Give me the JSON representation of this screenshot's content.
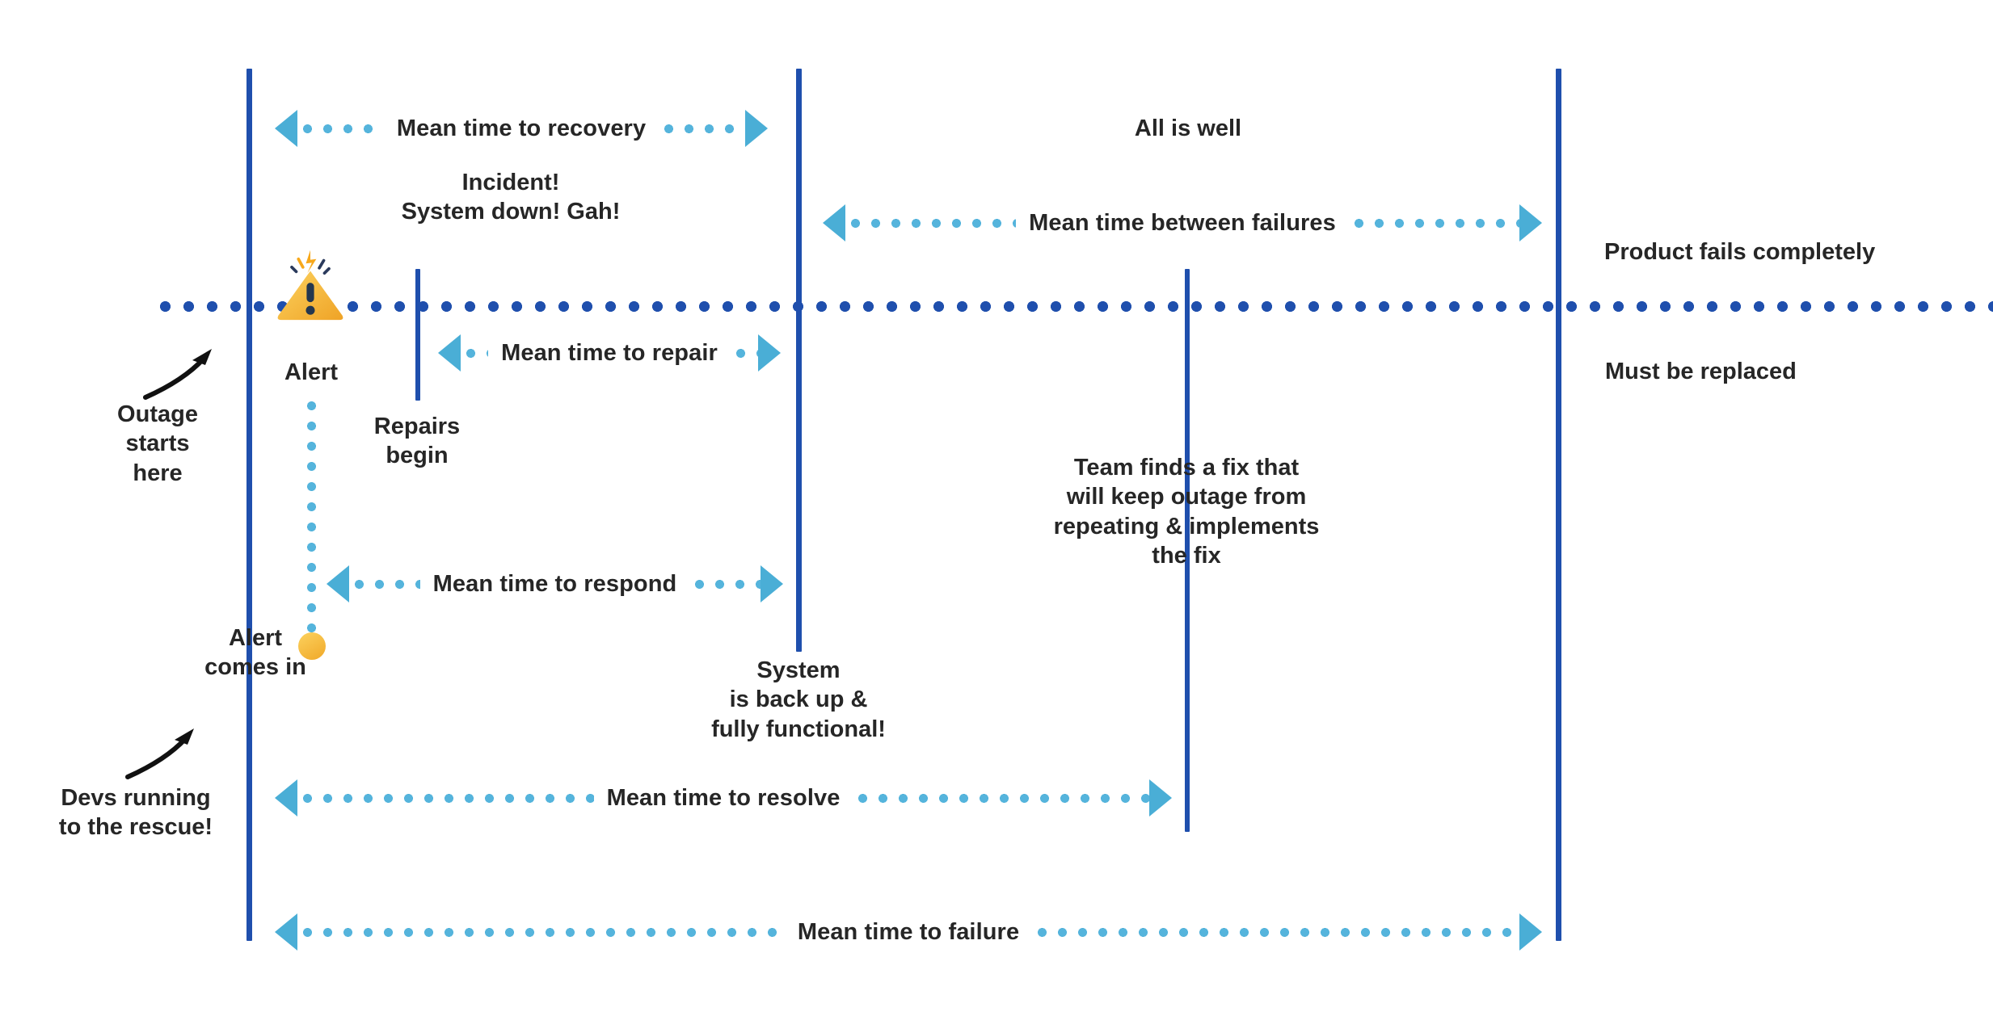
{
  "diagram": {
    "title": "Incident lifecycle reliability metrics timeline",
    "colors": {
      "timeline_rule": "#1f4fad",
      "baseline_dots": "#1f4fad",
      "metric_arrow": "#4aaed6",
      "metric_dots": "#55b4dc",
      "alert_yellow": "#f5b731",
      "text": "#262626",
      "background": "#ffffff"
    }
  },
  "metrics": [
    {
      "id": "mttrecovery",
      "label": "Mean time to recovery"
    },
    {
      "id": "mtbf",
      "label": "Mean time between failures"
    },
    {
      "id": "mttrepair",
      "label": "Mean time to repair"
    },
    {
      "id": "mttrespond",
      "label": "Mean time to respond"
    },
    {
      "id": "mttresolve",
      "label": "Mean time to resolve"
    },
    {
      "id": "mttfailure",
      "label": "Mean time to failure"
    }
  ],
  "events": {
    "outage_starts": "Outage\nstarts\nhere",
    "incident": "Incident!\nSystem down! Gah!",
    "alert": "Alert",
    "alert_comes_in": "Alert\ncomes in",
    "repairs_begin": "Repairs\nbegin",
    "system_back_up": "System\nis back up &\nfully functional!",
    "all_is_well": "All is well",
    "team_finds_fix": "Team finds a fix that\nwill keep outage from\nrepeating & implements\nthe fix",
    "devs_running": "Devs running\nto the rescue!",
    "product_fails": "Product fails completely",
    "must_be_replaced": "Must be replaced"
  }
}
